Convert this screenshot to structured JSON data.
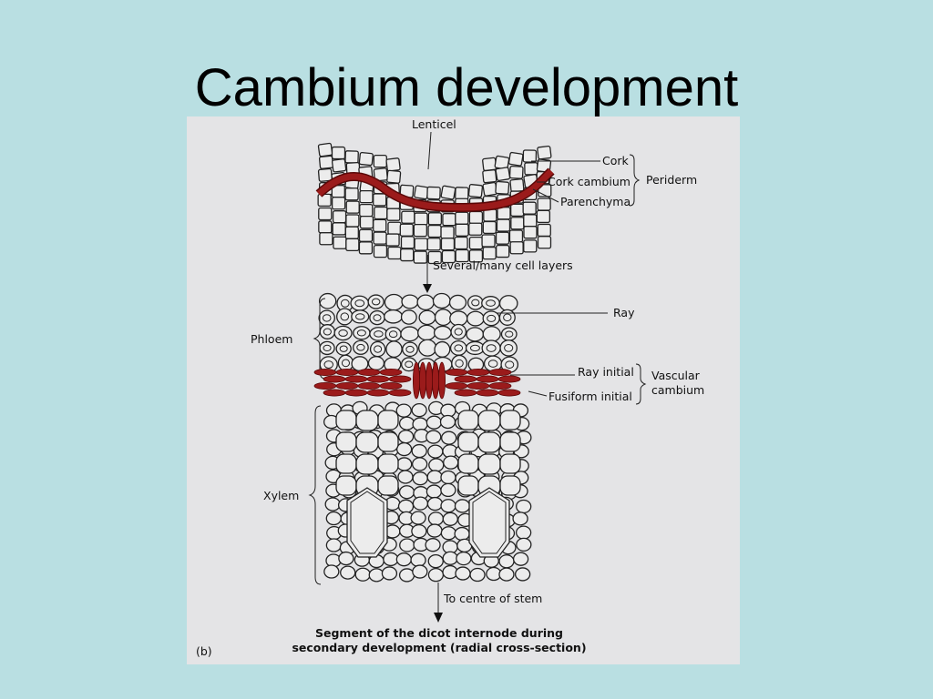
{
  "slide": {
    "title": "Cambium development"
  },
  "figure": {
    "panel_label": "(b)",
    "caption_line1": "Segment of the dicot internode during",
    "caption_line2": "secondary development (radial cross-section)",
    "labels": {
      "lenticel": "Lenticel",
      "cork": "Cork",
      "cork_cambium": "Cork cambium",
      "parenchyma": "Parenchyma",
      "periderm": "Periderm",
      "arrow1": "Several/many cell layers",
      "phloem": "Phloem",
      "ray": "Ray",
      "ray_initial": "Ray initial",
      "fusiform_initial": "Fusiform initial",
      "vascular_cambium_1": "Vascular",
      "vascular_cambium_2": "cambium",
      "xylem": "Xylem",
      "arrow2": "To centre of stem"
    },
    "colors": {
      "cambium": "#9b1b1b",
      "background": "#b9dfe2",
      "paper": "#e4e4e6"
    }
  }
}
